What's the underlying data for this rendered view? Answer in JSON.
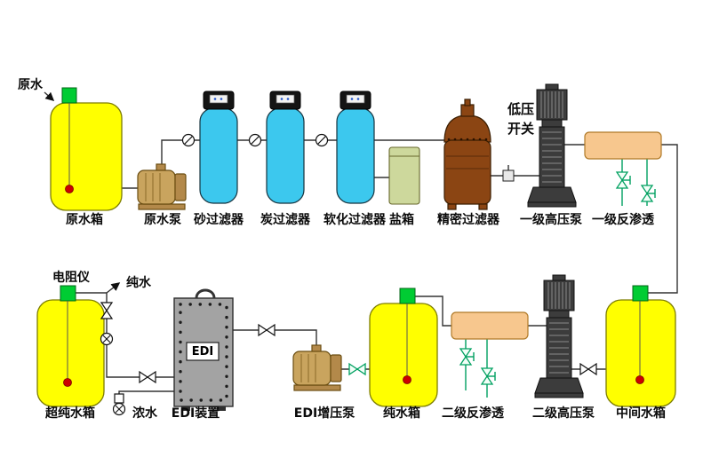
{
  "labels": {
    "raw_water": "原水",
    "raw_water_tank": "原水箱",
    "raw_water_pump": "原水泵",
    "sand_filter": "砂过滤器",
    "carbon_filter": "炭过滤器",
    "softener_filter": "软化过滤器",
    "salt_tank": "盐箱",
    "precision_filter": "精密过滤器",
    "low_pressure_switch_line1": "低压",
    "low_pressure_switch_line2": "开关",
    "stage1_hp_pump": "一级高压泵",
    "stage1_ro": "一级反渗透",
    "resistivity_meter": "电阻仪",
    "pure_water": "纯水",
    "ultrapure_tank": "超纯水箱",
    "concentrate": "浓水",
    "edi_unit": "EDI装置",
    "edi": "EDI",
    "edi_booster_pump": "EDI增压泵",
    "pure_water_tank": "纯水箱",
    "stage2_ro": "二级反渗透",
    "stage2_hp_pump": "二级高压泵",
    "intermediate_tank": "中间水箱"
  },
  "symbols": {
    "ball_valve": "bowtie",
    "needle_valve": "green-bowtie-with-stem",
    "sample_valve": "circle-with-slash",
    "flow_meter": "circle-with-x",
    "pressure_switch": "small-square",
    "level_indicator": "red-dot"
  },
  "colors": {
    "tank_fill": "#ffff00",
    "filter_column": "#3cc8ee",
    "pump_body": "#c9a45e",
    "precision_vessel": "#8b4513",
    "salt_tank": "#cdd89c",
    "ro_membrane": "#f7c78e",
    "hp_pump": "#3c3c3c",
    "cap_green": "#00cc33",
    "level_dot_red": "#cc0000",
    "valve_green": "#00a060",
    "pipe": "#333333"
  }
}
